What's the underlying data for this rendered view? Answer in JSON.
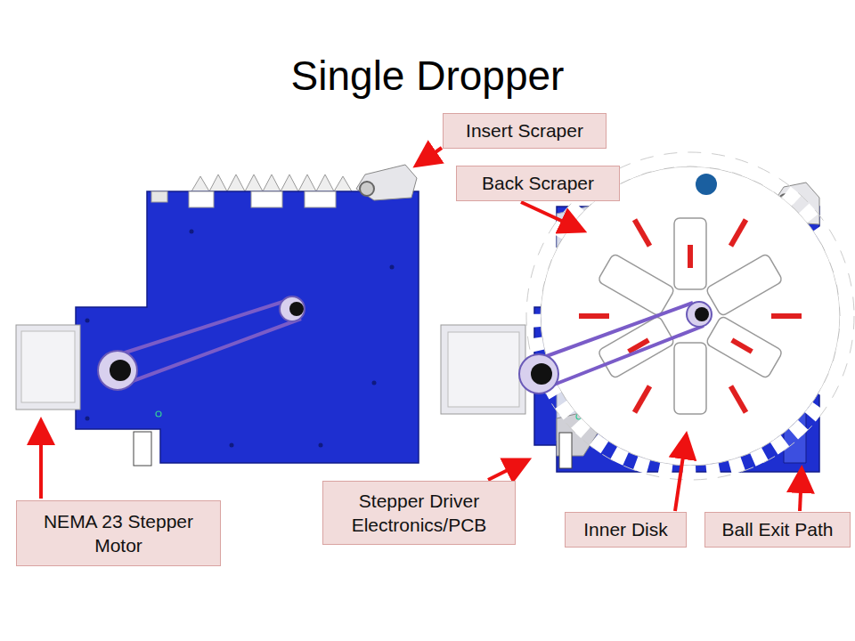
{
  "diagram": {
    "title": "Single Dropper",
    "nodes": [
      {
        "text": [
          "Insert Scraper"
        ]
      },
      {
        "text": [
          "Back Scraper"
        ]
      },
      {
        "text": [
          "NEMA 23 Stepper Motor"
        ]
      },
      {
        "text": [
          "Stepper Driver Electronics/PCB"
        ]
      },
      {
        "text": [
          "Inner Disk"
        ]
      },
      {
        "text": [
          "Ball Exit Path"
        ]
      }
    ]
  }
}
